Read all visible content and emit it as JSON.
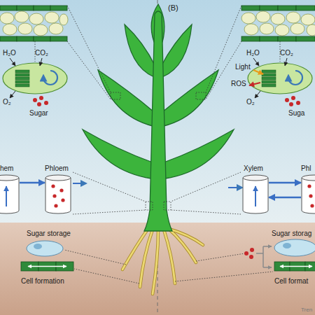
{
  "diagram": {
    "nodes": [
      {
        "text": [
          "hem"
        ]
      },
      {
        "text": [
          "Phloem"
        ]
      },
      {
        "text": [
          "Xylem"
        ]
      },
      {
        "text": [
          "Phl"
        ]
      }
    ],
    "edges": [
      {
        "from": 0,
        "to": 1,
        "arrow": "to"
      },
      {
        "from": 2,
        "to": 3,
        "arrow": "to"
      },
      {
        "from": 3,
        "to": 2,
        "arrow": "to"
      }
    ],
    "labels": [
      "(B)",
      "H₂O",
      "CO₂",
      "O₂",
      "Sugar",
      "Sugar storage",
      "Cell formation",
      "H₂O",
      "CO₂",
      "Light",
      "ROS",
      "O₂",
      "Suga",
      "Sugar storag",
      "Cell format",
      "Tren"
    ]
  }
}
